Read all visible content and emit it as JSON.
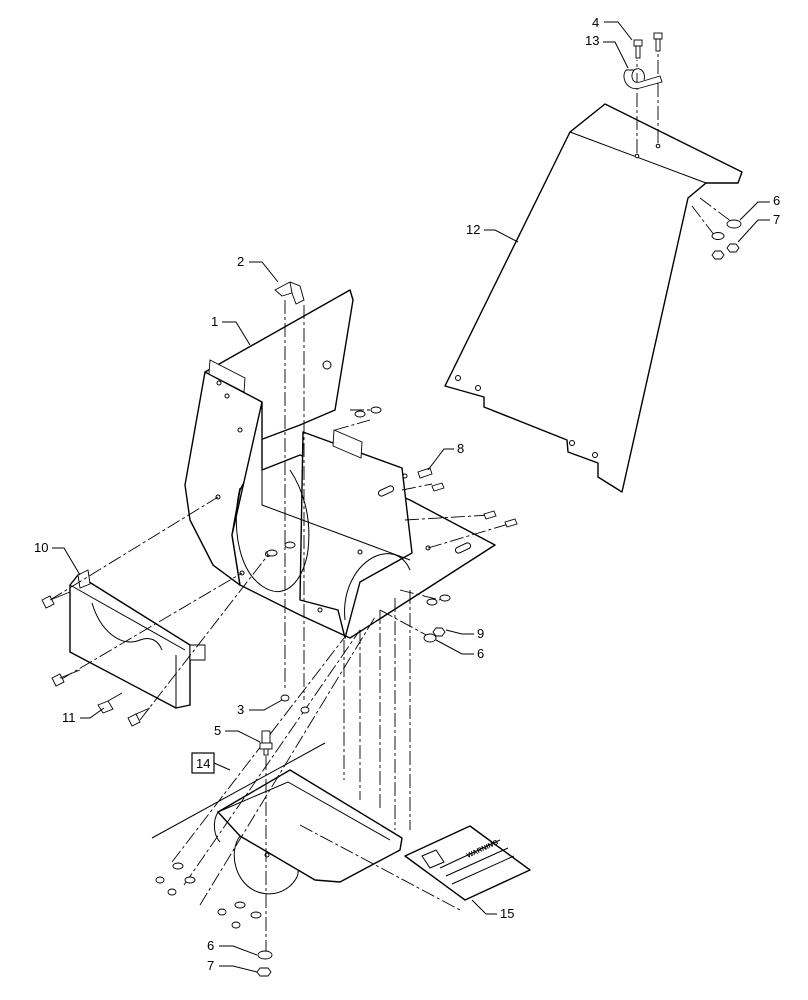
{
  "callouts": {
    "c1": "1",
    "c2": "2",
    "c3": "3",
    "c4": "4",
    "c5": "5",
    "c6a": "6",
    "c6b": "6",
    "c6c": "6",
    "c7a": "7",
    "c7b": "7",
    "c8": "8",
    "c9": "9",
    "c10": "10",
    "c11": "11",
    "c12": "12",
    "c13": "13",
    "c14": "14",
    "c15": "15"
  },
  "decal": {
    "title": "WARNING"
  }
}
